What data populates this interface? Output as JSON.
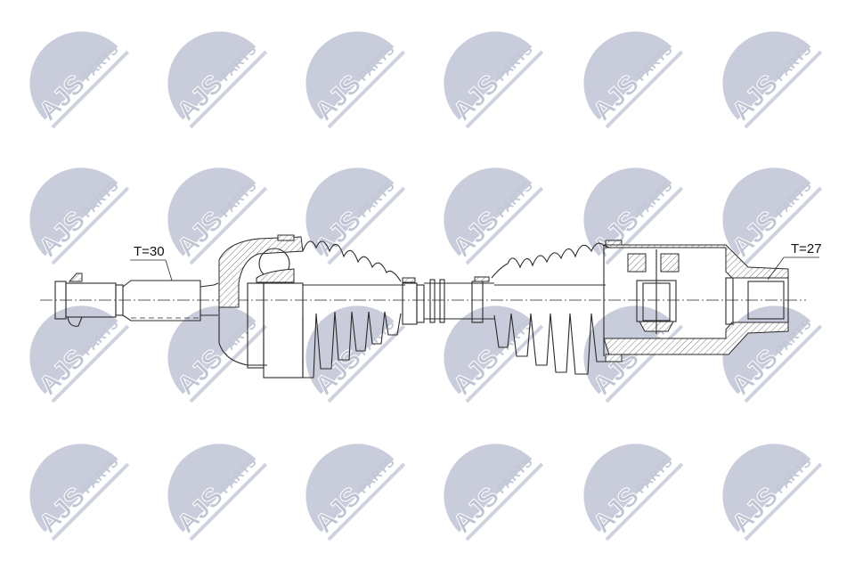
{
  "watermark": {
    "brand": "AJS",
    "suffix": "PARTS",
    "columns": 6,
    "rows": 4,
    "color": "#c9cddb"
  },
  "labels": {
    "outer_spline": "T=30",
    "inner_spline": "T=27"
  }
}
